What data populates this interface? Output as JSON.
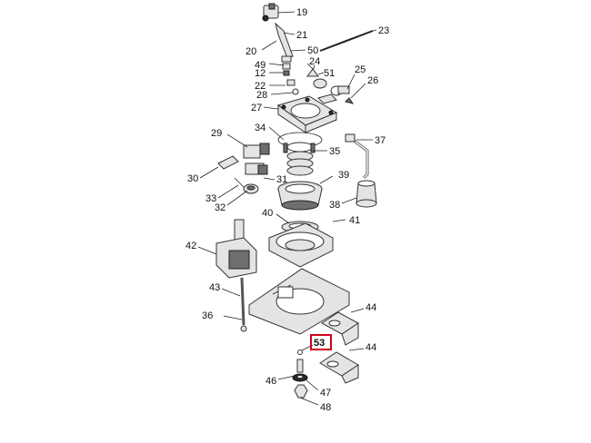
{
  "highlight_color": "#d0021b",
  "highlighted_part": "53",
  "labels": [
    "19",
    "21",
    "20",
    "50",
    "23",
    "49",
    "12",
    "24",
    "51",
    "25",
    "26",
    "22",
    "28",
    "27",
    "34",
    "29",
    "37",
    "35",
    "30",
    "31",
    "39",
    "38",
    "33",
    "32",
    "40",
    "41",
    "42",
    "43",
    "44",
    "36",
    "53",
    "44",
    "46",
    "47",
    "48"
  ]
}
